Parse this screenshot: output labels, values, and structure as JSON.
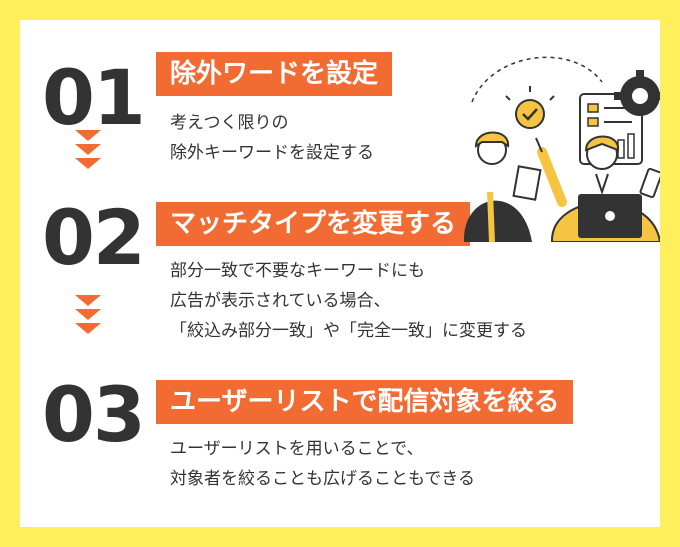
{
  "steps": [
    {
      "number": "01",
      "heading": "除外ワードを設定",
      "lines": [
        "考えつく限りの",
        "除外キーワードを設定する"
      ]
    },
    {
      "number": "02",
      "heading": "マッチタイプを変更する",
      "lines": [
        "部分一致で不要なキーワードにも",
        "広告が表示されている場合、",
        "「絞込み部分一致」や「完全一致」に変更する"
      ]
    },
    {
      "number": "03",
      "heading": "ユーザーリストで配信対象を絞る",
      "lines": [
        "ユーザーリストを用いることで、",
        "対象者を絞ることも広げることもできる"
      ]
    }
  ],
  "colors": {
    "background": "#ffef5c",
    "accent": "#f26b32",
    "text": "#333333",
    "illustration_yellow": "#f5c542"
  },
  "icons": [
    "down-chevron-arrows-icon",
    "business-team-illustration",
    "gear-icon",
    "checkmark-bulb-icon",
    "laptop-icon"
  ]
}
